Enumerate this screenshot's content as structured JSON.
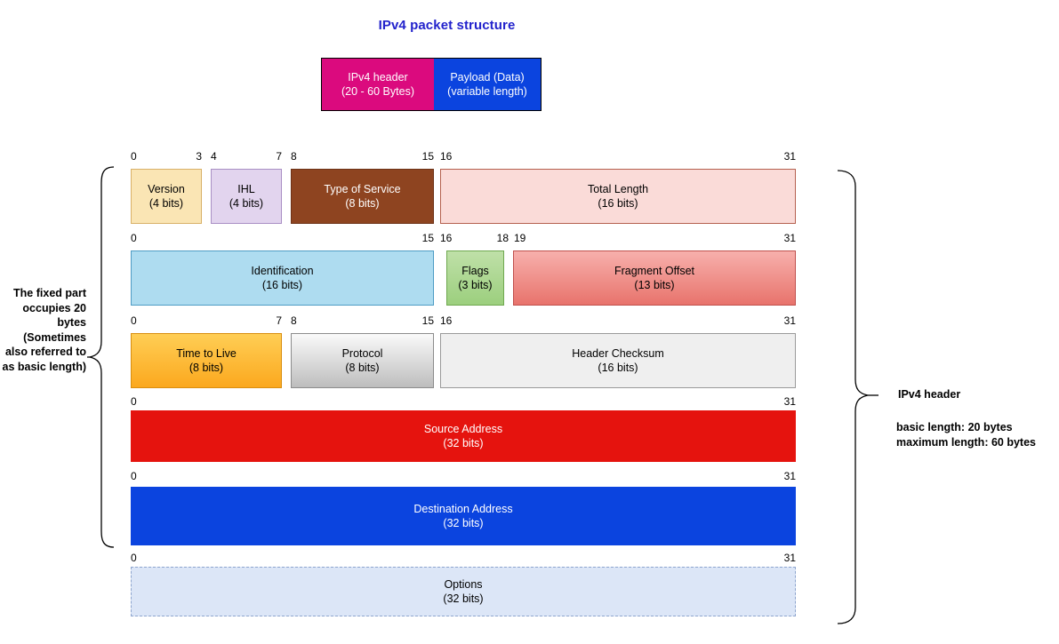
{
  "page": {
    "title": "IPv4 packet structure"
  },
  "packet_strip": {
    "segments": [
      {
        "name": "ipv4-header",
        "line1": "IPv4 header",
        "line2": "(20 - 60 Bytes)",
        "color": "#DB0A7E"
      },
      {
        "name": "payload",
        "line1": "Payload (Data)",
        "line2": "(variable length)",
        "color": "#0B44DF"
      }
    ]
  },
  "header_rows": [
    {
      "bits": [
        "0",
        "3",
        "4",
        "7",
        "8",
        "15",
        "16",
        "31"
      ],
      "fields": [
        {
          "name": "version",
          "label": "Version",
          "size": "(4 bits)",
          "bits": "0-3"
        },
        {
          "name": "ihl",
          "label": "IHL",
          "size": "(4 bits)",
          "bits": "4-7"
        },
        {
          "name": "type-of-service",
          "label": "Type of Service",
          "size": "(8 bits)",
          "bits": "8-15"
        },
        {
          "name": "total-length",
          "label": "Total Length",
          "size": "(16 bits)",
          "bits": "16-31"
        }
      ]
    },
    {
      "bits": [
        "0",
        "15",
        "16",
        "18",
        "19",
        "31"
      ],
      "fields": [
        {
          "name": "identification",
          "label": "Identification",
          "size": "(16 bits)",
          "bits": "0-15"
        },
        {
          "name": "flags",
          "label": "Flags",
          "size": "(3 bits)",
          "bits": "16-18"
        },
        {
          "name": "fragment-offset",
          "label": "Fragment Offset",
          "size": "(13 bits)",
          "bits": "19-31"
        }
      ]
    },
    {
      "bits": [
        "0",
        "7",
        "8",
        "15",
        "16",
        "31"
      ],
      "fields": [
        {
          "name": "time-to-live",
          "label": "Time to Live",
          "size": "(8 bits)",
          "bits": "0-7"
        },
        {
          "name": "protocol",
          "label": "Protocol",
          "size": "(8 bits)",
          "bits": "8-15"
        },
        {
          "name": "header-checksum",
          "label": "Header Checksum",
          "size": "(16 bits)",
          "bits": "16-31"
        }
      ]
    },
    {
      "bits": [
        "0",
        "31"
      ],
      "fields": [
        {
          "name": "source-address",
          "label": "Source Address",
          "size": "(32 bits)",
          "bits": "0-31"
        }
      ]
    },
    {
      "bits": [
        "0",
        "31"
      ],
      "fields": [
        {
          "name": "destination-address",
          "label": "Destination Address",
          "size": "(32 bits)",
          "bits": "0-31"
        }
      ]
    },
    {
      "bits": [
        "0",
        "31"
      ],
      "fields": [
        {
          "name": "options",
          "label": "Options",
          "size": "(32 bits)",
          "bits": "0-31"
        }
      ]
    }
  ],
  "left_note": {
    "text": "The fixed part occupies 20 bytes (Sometimes also referred to as basic length)"
  },
  "right_note": {
    "title": "IPv4 header",
    "line1": "basic length: 20 bytes",
    "line2": "maximum length: 60 bytes"
  },
  "bit_labels": {
    "r1_b0": "0",
    "r1_b3": "3",
    "r1_b4": "4",
    "r1_b7": "7",
    "r1_b8": "8",
    "r1_b15": "15",
    "r1_b16": "16",
    "r1_b31": "31",
    "r2_b0": "0",
    "r2_b15": "15",
    "r2_b16": "16",
    "r2_b18": "18",
    "r2_b19": "19",
    "r2_b31": "31",
    "r3_b0": "0",
    "r3_b7": "7",
    "r3_b8": "8",
    "r3_b15": "15",
    "r3_b16": "16",
    "r3_b31": "31",
    "r4_b0": "0",
    "r4_b31": "31",
    "r5_b0": "0",
    "r5_b31": "31",
    "r6_b0": "0",
    "r6_b31": "31"
  },
  "colors": {
    "title": "#2222cc",
    "ipv4_header_block": "#DB0A7E",
    "payload_block": "#0B44DF",
    "version": "#FAE5B4",
    "ihl": "#E2D4EE",
    "type_of_service": "#8E4420",
    "total_length": "#FADBD8",
    "identification": "#AEDCF0",
    "flags": "#9CCF7E",
    "fragment_offset": "#E8736C",
    "time_to_live": "#FBA81E",
    "protocol": "#BDBDBD",
    "header_checksum": "#EFEFEF",
    "source_address": "#E5130E",
    "destination_address": "#0B44DF",
    "options": "#DCE6F7"
  }
}
